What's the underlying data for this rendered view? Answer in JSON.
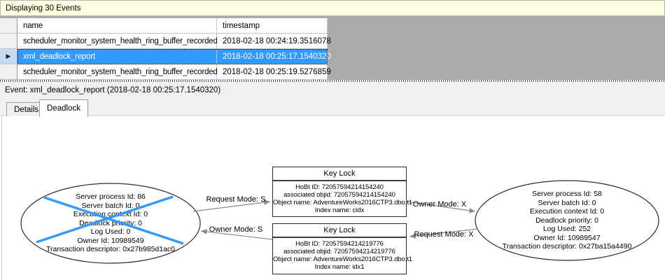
{
  "info_bar": {
    "text": "Displaying 30 Events"
  },
  "events_table": {
    "columns": [
      "name",
      "timestamp"
    ],
    "rows": [
      {
        "name": "scheduler_monitor_system_health_ring_buffer_recorded",
        "timestamp": "2018-02-18 00:24:19.3516078"
      },
      {
        "name": "xml_deadlock_report",
        "timestamp": "2018-02-18 00:25:17.1540320"
      },
      {
        "name": "scheduler_monitor_system_health_ring_buffer_recorded",
        "timestamp": "2018-02-18 00:25:19.5276859"
      }
    ],
    "selected_row_index": 1,
    "selected_marker": "▶"
  },
  "event_bar": {
    "text": "Event: xml_deadlock_report (2018-02-18 00:25:17.1540320)"
  },
  "tabs": [
    {
      "label": "Details",
      "active": false
    },
    {
      "label": "Deadlock",
      "active": true
    }
  ],
  "deadlock_graph": {
    "victim_process": {
      "lines": [
        "Server process Id: 86",
        "Server batch Id: 0",
        "Execution context Id: 0",
        "Deadlock priority: 0",
        "Log Used: 0",
        "Owner Id: 10989549",
        "Transaction descriptor: 0x27b985d1ac0"
      ]
    },
    "survivor_process": {
      "lines": [
        "Server process Id: 58",
        "Server batch Id: 0",
        "Execution context Id: 0",
        "Deadlock priority: 0",
        "Log Used: 252",
        "Owner Id: 10989547",
        "Transaction descriptor: 0x27ba15a4490"
      ]
    },
    "resource_top": {
      "title": "Key Lock",
      "lines": [
        "HoBt ID: 72057594214154240",
        "associated objid: 72057594214154240",
        "Object name: AdventureWorks2016CTP3.dbo.t1",
        "Index name: cidx"
      ]
    },
    "resource_bottom": {
      "title": "Key Lock",
      "lines": [
        "HoBt ID: 72057594214219776",
        "associated objid: 72057594214219776",
        "Object name: AdventureWorks2016CTP3.dbo.t1",
        "Index name: idx1"
      ]
    },
    "edges": {
      "request_s": "Request Mode: S",
      "owner_s": "Owner Mode: S",
      "owner_x": "Owner Mode: X",
      "request_x": "Request Mode: X"
    }
  },
  "colors": {
    "info_bar_bg": "#FFFFE1",
    "selection_bg": "#3399FF",
    "selection_text": "#FFFFFF",
    "panel_gray": "#ABABAB",
    "chrome_bg": "#F0F0F0",
    "victim_cross": "#3399FF",
    "edge_line": "#8A8A8A",
    "node_border": "#2B2B2B"
  }
}
